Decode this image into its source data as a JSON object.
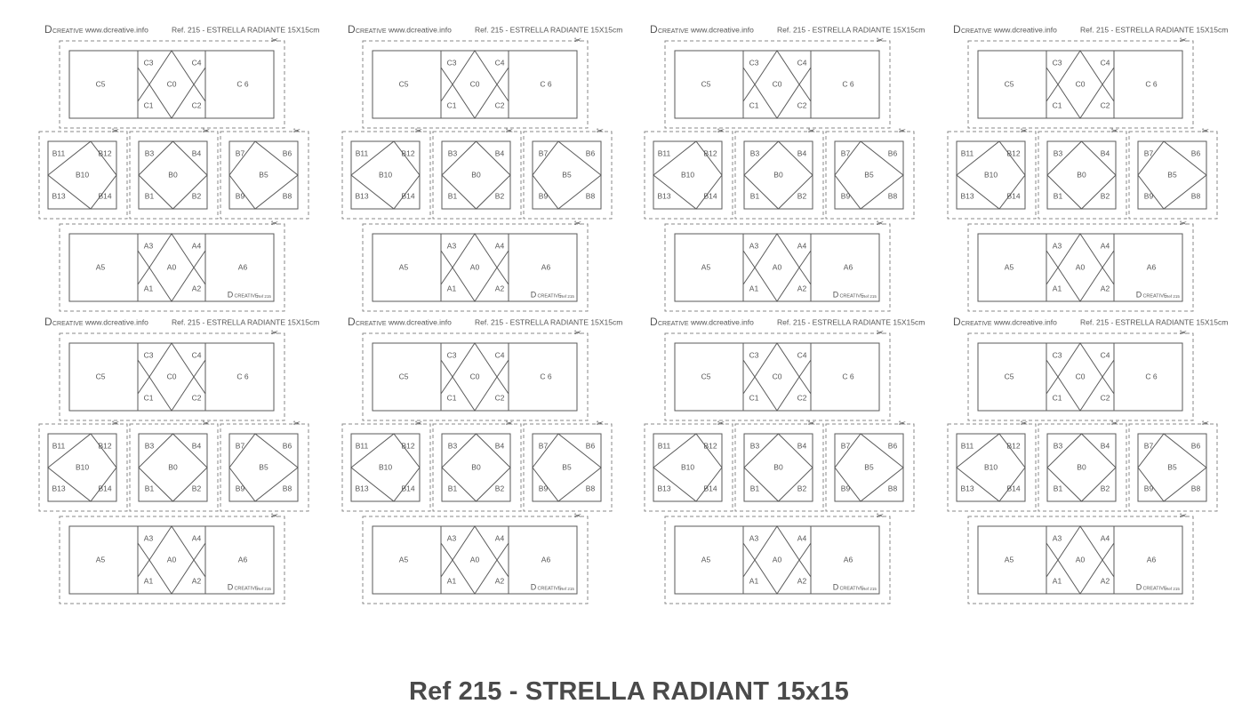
{
  "header": {
    "brand_mark": "D",
    "brand_word": "CREATIVE",
    "website": "www.dcreative.info",
    "reference": "Ref. 215 - ESTRELLA RADIANTE 15X15cm"
  },
  "footer_brand": {
    "mark": "D",
    "word": "CREATIVE",
    "ref": "Ref 215"
  },
  "strip_c": {
    "left": "C5",
    "top_left": "C3",
    "top_right": "C4",
    "center": "C0",
    "bottom_left": "C1",
    "bottom_right": "C2",
    "right": "C 6"
  },
  "strip_a": {
    "left": "A5",
    "top_left": "A3",
    "top_right": "A4",
    "center": "A0",
    "bottom_left": "A1",
    "bottom_right": "A2",
    "right": "A6"
  },
  "block_b_left": {
    "top_left": "B11",
    "top_right": "B12",
    "center": "B10",
    "bottom_left": "B13",
    "bottom_right": "B14"
  },
  "block_b_mid": {
    "top_left": "B3",
    "top_right": "B4",
    "center": "B0",
    "bottom_left": "B1",
    "bottom_right": "B2"
  },
  "block_b_right": {
    "top_left": "B7",
    "top_right": "B6",
    "center": "B5",
    "bottom_left": "B9",
    "bottom_right": "B8"
  },
  "caption": "Ref 215 - STRELLA RADIANT 15x15",
  "colors": {
    "line": "#5a5a5a",
    "dash": "#8a8a8a",
    "text": "#555555",
    "caption": "#4a4a4a"
  }
}
